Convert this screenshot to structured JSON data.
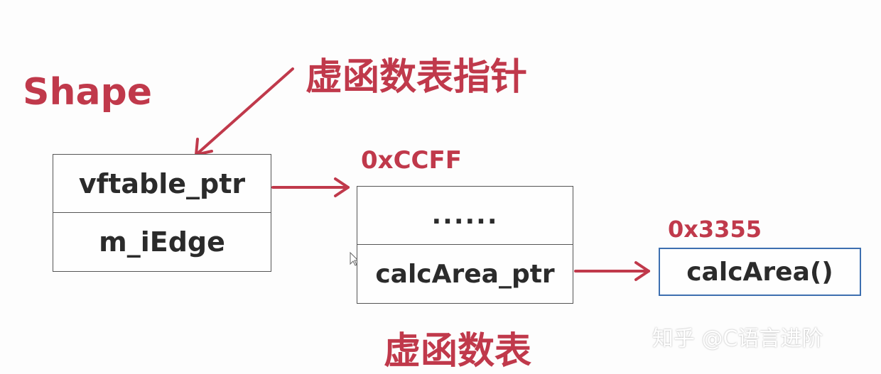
{
  "labels": {
    "class_name": "Shape",
    "vtable_ptr_caption": "虚函数表指针",
    "vtable_caption": "虚函数表",
    "vtable_address": "0xCCFF",
    "function_address": "0x3355"
  },
  "object_box": {
    "rows": [
      "vftable_ptr",
      "m_iEdge"
    ]
  },
  "vtable_box": {
    "rows": [
      "......",
      "calcArea_ptr"
    ]
  },
  "function_box": {
    "label": "calcArea()"
  },
  "watermark": "知乎 @C语言进阶",
  "colors": {
    "accent_red": "#c0394b",
    "function_box_border": "#3d6fb0",
    "box_border": "#555555"
  }
}
